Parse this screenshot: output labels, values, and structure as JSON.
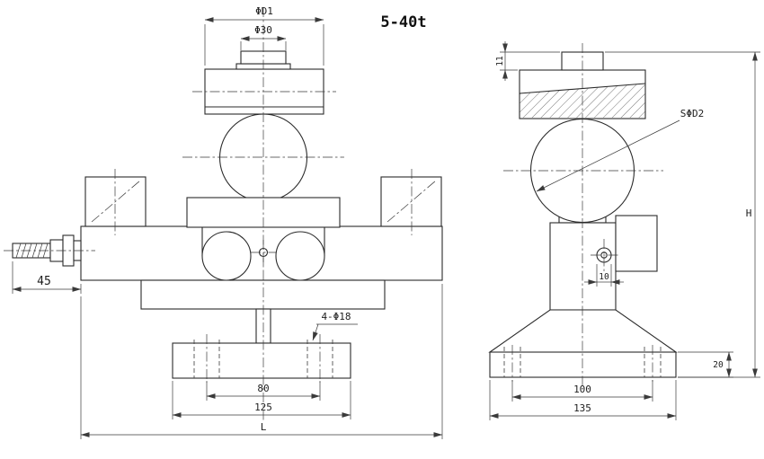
{
  "title": "5-40t",
  "front": {
    "dim_d1": "ΦD1",
    "dim_d30": "Φ30",
    "dim_45": "45",
    "dim_holes": "4-Φ18",
    "dim_80": "80",
    "dim_125": "125",
    "dim_L": "L"
  },
  "side": {
    "dim_11": "11",
    "dim_sd2": "SΦD2",
    "dim_10": "10",
    "dim_H": "H",
    "dim_20": "20",
    "dim_100": "100",
    "dim_135": "135"
  },
  "colors": {
    "object_line": "#2b2b2b",
    "dim_line": "#3a3a3a",
    "background": "#ffffff"
  }
}
